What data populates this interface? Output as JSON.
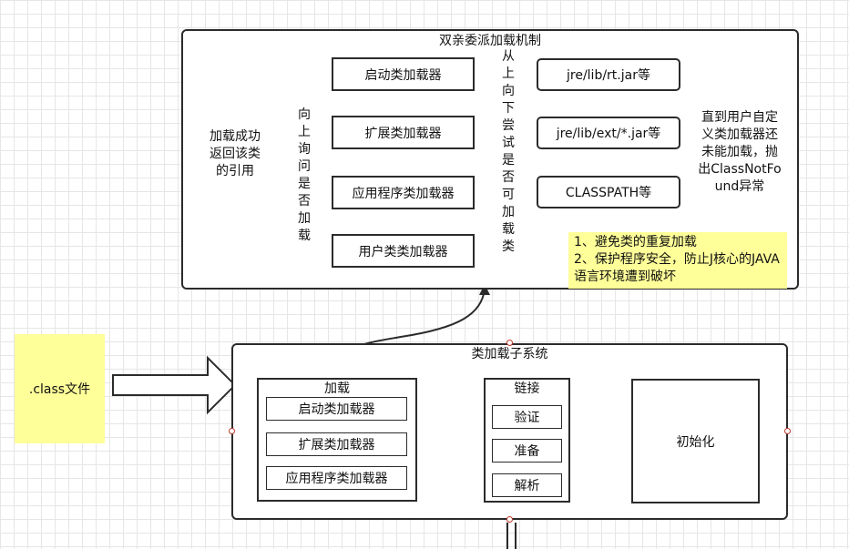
{
  "top_panel": {
    "title": "双亲委派加载机制",
    "loaders": [
      "启动类加载器",
      "扩展类加载器",
      "应用程序类加载器",
      "用户类类加载器"
    ],
    "paths": [
      "jre/lib/rt.jar等",
      "jre/lib/ext/*.jar等",
      "CLASSPATH等"
    ],
    "up_arrow_text": "向上询问是否加载",
    "down_arrow_text": "从上向下尝试是否可加载类",
    "left_doc_text": "加载成功返回该类的引用",
    "right_doc_text": "直到用户自定义类加载器还未能加载，抛出ClassNotFound异常",
    "note_text": "1、避免类的重复加载\n2、保护程序安全，防止J核心的JAVA语言环境遭到破坏"
  },
  "bottom_panel": {
    "title": "类加载子系统",
    "load_title": "加载",
    "load_items": [
      "启动类加载器",
      "扩展类加载器",
      "应用程序类加载器"
    ],
    "link_title": "链接",
    "link_items": [
      "验证",
      "准备",
      "解析"
    ],
    "init_label": "初始化"
  },
  "class_file_note": ".class文件",
  "colors": {
    "note": "#ffff99",
    "stroke": "#2b2b2b",
    "anchor": "#c0392b"
  }
}
